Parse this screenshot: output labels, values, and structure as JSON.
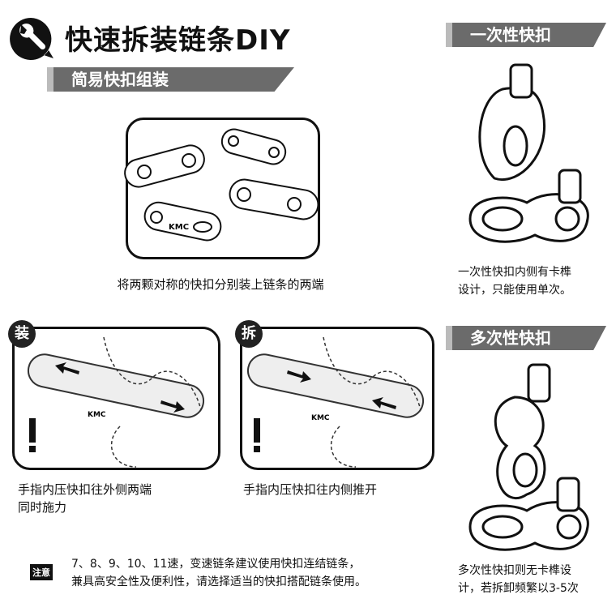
{
  "header": {
    "title": "快速拆装链条DIY",
    "icon": "wrench-icon"
  },
  "section_simple": {
    "banner": "简易快扣组装",
    "caption": "将两颗对称的快扣分别装上链条的两端",
    "chain_label": "KMC"
  },
  "install": {
    "badge": "装",
    "caption_line1": "手指内压快扣往外侧两端",
    "caption_line2": "同时施力",
    "chain_label": "KMC"
  },
  "remove": {
    "badge": "拆",
    "caption": "手指内压快扣往内侧推开",
    "chain_label": "KMC"
  },
  "single_use": {
    "banner": "一次性快扣",
    "caption_line1": "一次性快扣内侧有卡榫",
    "caption_line2": "设计，只能使用单次。"
  },
  "multi_use": {
    "banner": "多次性快扣",
    "caption_line1": "多次性快扣则无卡榫设",
    "caption_line2": "计，若拆卸频繁以3-5次"
  },
  "note": {
    "label": "注意",
    "line1": "7、8、9、10、11速，变速链条建议使用快扣连结链条，",
    "line2": "兼具高安全性及便利性，请选择适当的快扣搭配链条使用。"
  },
  "colors": {
    "banner": "#6b6b6b",
    "ink": "#111111"
  }
}
